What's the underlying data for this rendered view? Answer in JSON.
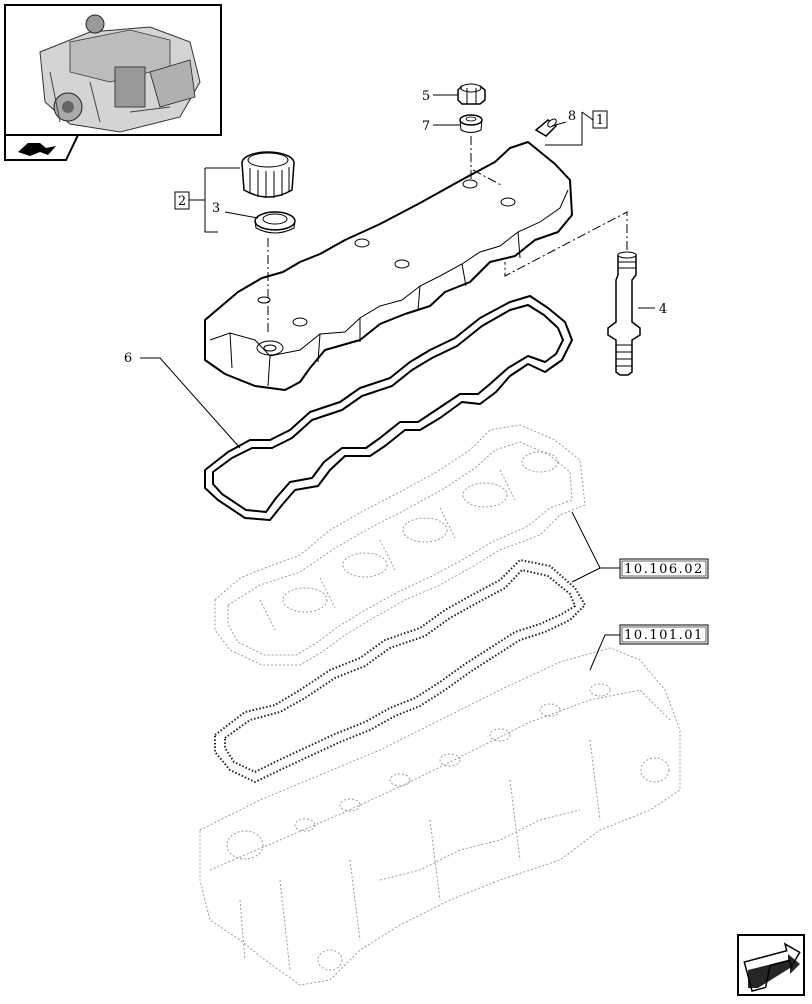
{
  "callouts": {
    "c2": "2",
    "c3": "3",
    "c5": "5",
    "c7": "7",
    "c8": "8",
    "c1": "1",
    "c4": "4",
    "c6": "6"
  },
  "refs": {
    "ref_a": "10.106.02",
    "ref_b": "10.101.01"
  },
  "icons": {
    "thumbnail": "engine-thumbnail-icon",
    "thumb_tab": "section-tab-icon",
    "nav": "next-page-arrow-icon"
  }
}
